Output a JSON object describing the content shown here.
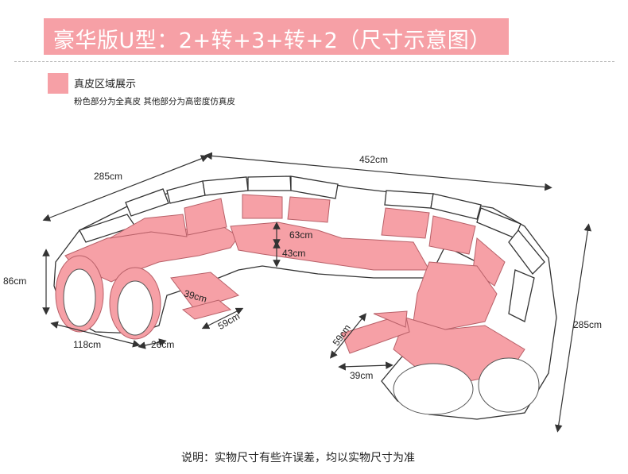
{
  "banner": {
    "title": "豪华版U型：2+转+3+转+2（尺寸示意图）",
    "color": "#f6a0a6"
  },
  "legend": {
    "title": "真皮区域展示",
    "note": "粉色部分为全真皮 其他部分为高密度仿真皮",
    "swatch_color": "#f6a0a6"
  },
  "dimensions": {
    "top_width": "452cm",
    "left_depth": "285cm",
    "right_depth": "285cm",
    "height": "86cm",
    "seat_depth": "63cm",
    "seat_height": "43cm",
    "left_base": "118cm",
    "left_base_gap": "26cm",
    "left_footrest_width": "39cm",
    "left_footrest_length": "59cm",
    "right_footrest_length": "59cm",
    "right_footrest_width": "39cm"
  },
  "footnote": "说明：实物尺寸有些许误差，均以实物尺寸为准"
}
